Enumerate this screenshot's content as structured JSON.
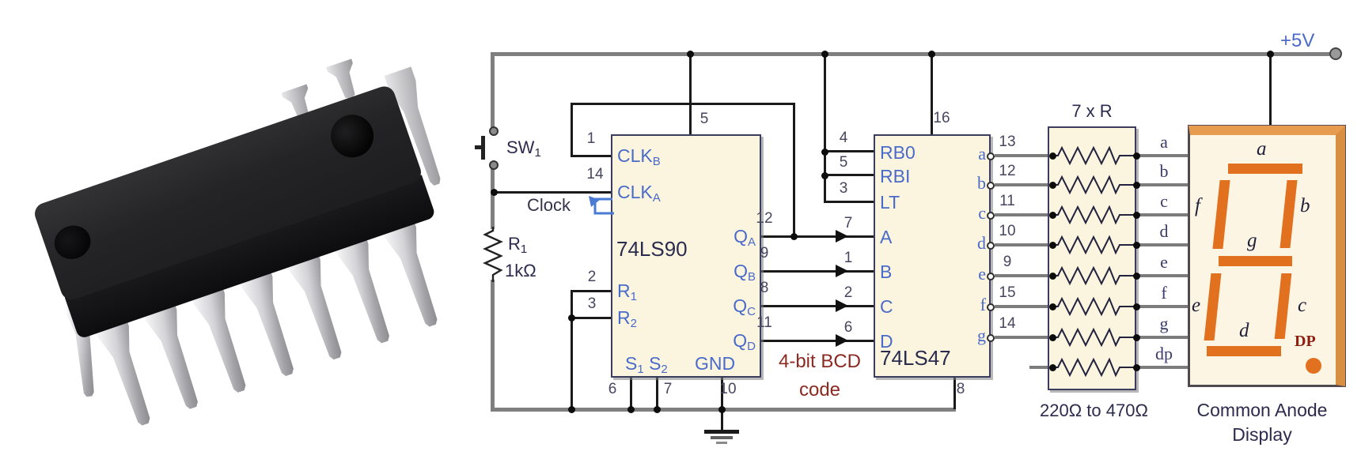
{
  "photo": {
    "name": "black 14-pin DIP integrated circuit"
  },
  "power": {
    "label": "+5V"
  },
  "switch": {
    "label": "SW",
    "sub": "1"
  },
  "clock": {
    "label": "Clock"
  },
  "r1": {
    "label": "R",
    "sub": "1",
    "value": "1kΩ"
  },
  "ic1": {
    "title": "74LS90",
    "pin_clkb": {
      "num": "1",
      "label": "CLK",
      "sub": "B"
    },
    "pin_clka": {
      "num": "14",
      "label": "CLK",
      "sub": "A"
    },
    "pin_r1": {
      "num": "2",
      "label": "R",
      "sub": "1"
    },
    "pin_r2": {
      "num": "3",
      "label": "R",
      "sub": "2"
    },
    "pin_top": {
      "num": "5"
    },
    "pin_qa": {
      "num": "12",
      "label": "Q",
      "sub": "A"
    },
    "pin_qb": {
      "num": "9",
      "label": "Q",
      "sub": "B"
    },
    "pin_qc": {
      "num": "8",
      "label": "Q",
      "sub": "C"
    },
    "pin_qd": {
      "num": "11",
      "label": "Q",
      "sub": "D"
    },
    "pin_s1": {
      "num": "6",
      "label": "S",
      "sub": "1"
    },
    "pin_s2": {
      "num": "7",
      "label": "S",
      "sub": "2"
    },
    "pin_gnd": {
      "num": "10",
      "label": "GND"
    }
  },
  "bcd_note": {
    "line1": "4-bit BCD",
    "line2": "code"
  },
  "ic2": {
    "title": "74LS47",
    "pin_top": {
      "num": "16"
    },
    "pin_bottom": {
      "num": "8"
    },
    "left": [
      {
        "num": "4",
        "label": "RB0"
      },
      {
        "num": "5",
        "label": "RBI"
      },
      {
        "num": "3",
        "label": "LT"
      },
      {
        "num": "7",
        "label": "A"
      },
      {
        "num": "1",
        "label": "B"
      },
      {
        "num": "2",
        "label": "C"
      },
      {
        "num": "6",
        "label": "D"
      }
    ],
    "outputs": [
      {
        "num": "13",
        "label": "a"
      },
      {
        "num": "12",
        "label": "b"
      },
      {
        "num": "11",
        "label": "c"
      },
      {
        "num": "10",
        "label": "d"
      },
      {
        "num": "9",
        "label": "e"
      },
      {
        "num": "15",
        "label": "f"
      },
      {
        "num": "14",
        "label": "g"
      }
    ]
  },
  "resistor_network": {
    "title": "7 x R",
    "value": "220Ω to 470Ω",
    "resistor_count": 8
  },
  "display_wires": [
    "a",
    "b",
    "c",
    "d",
    "e",
    "f",
    "g",
    "dp"
  ],
  "display": {
    "caption1": "Common Anode",
    "caption2": "Display",
    "seg_a": "a",
    "seg_b": "b",
    "seg_c": "c",
    "seg_d": "d",
    "seg_e": "e",
    "seg_f": "f",
    "seg_g": "g",
    "dp_label": "DP",
    "colors": {
      "segment": "#E2711F",
      "bevel_top": "#E79B4E",
      "bevel_right": "#D98F42",
      "face": "#FCF5E4"
    }
  },
  "colors": {
    "pin_label_blue": "#4a6bc8",
    "ic_fill": "#FBF4DF",
    "note_maroon": "#8b2a21",
    "navy": "#2b2b4e",
    "wire_gray": "#7f7f7f",
    "wire_black": "#1a1a1a"
  }
}
